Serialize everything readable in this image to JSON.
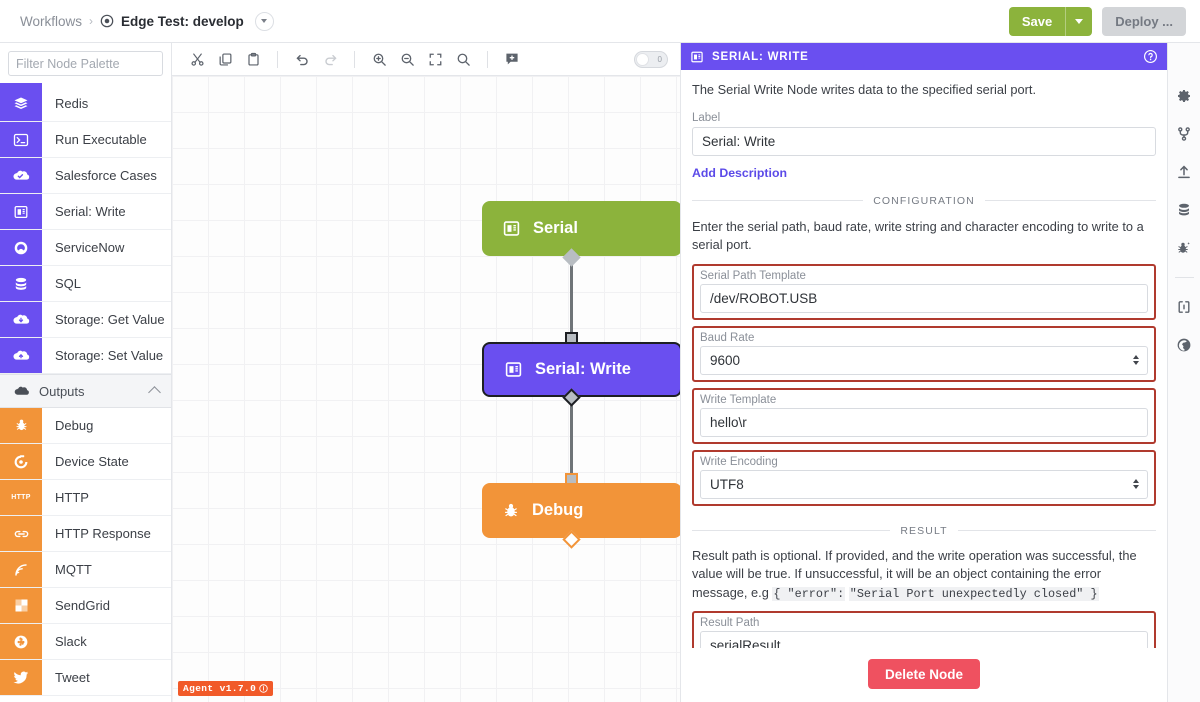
{
  "topbar": {
    "breadcrumb_root": "Workflows",
    "breadcrumb_sep": "›",
    "breadcrumb_current": "Edge Test: develop",
    "workflow_icon": "target-icon",
    "save_label": "Save",
    "deploy_label": "Deploy ..."
  },
  "palette": {
    "filter_placeholder": "Filter Node Palette",
    "items": [
      {
        "label": "Redis",
        "icon": "layers-icon",
        "color": "purple"
      },
      {
        "label": "Run Executable",
        "icon": "terminal-icon",
        "color": "purple"
      },
      {
        "label": "Salesforce Cases",
        "icon": "cloud-check-icon",
        "color": "purple"
      },
      {
        "label": "Serial: Write",
        "icon": "chip-icon",
        "color": "purple"
      },
      {
        "label": "ServiceNow",
        "icon": "servicenow-icon",
        "color": "purple"
      },
      {
        "label": "SQL",
        "icon": "database-icon",
        "color": "purple"
      },
      {
        "label": "Storage: Get Value",
        "icon": "cloud-download-icon",
        "color": "purple"
      },
      {
        "label": "Storage: Set Value",
        "icon": "cloud-upload-icon",
        "color": "purple"
      }
    ],
    "group": {
      "label": "Outputs",
      "icon": "cloud-icon",
      "chevron": "chevron-up-icon"
    },
    "output_items": [
      {
        "label": "Debug",
        "icon": "bug-icon",
        "color": "orange"
      },
      {
        "label": "Device State",
        "icon": "device-state-icon",
        "color": "orange"
      },
      {
        "label": "HTTP",
        "icon": "http-icon",
        "color": "orange"
      },
      {
        "label": "HTTP Response",
        "icon": "link-icon",
        "color": "orange"
      },
      {
        "label": "MQTT",
        "icon": "mqtt-icon",
        "color": "orange"
      },
      {
        "label": "SendGrid",
        "icon": "sendgrid-icon",
        "color": "orange"
      },
      {
        "label": "Slack",
        "icon": "slack-icon",
        "color": "orange"
      },
      {
        "label": "Tweet",
        "icon": "twitter-icon",
        "color": "orange"
      }
    ]
  },
  "canvas_toolbar": {
    "cut": "cut-icon",
    "copy": "copy-icon",
    "paste": "paste-icon",
    "undo": "undo-icon",
    "redo": "redo-icon",
    "zoom_in": "zoom-in-icon",
    "zoom_out": "zoom-out-icon",
    "fit": "fit-screen-icon",
    "zoom_reset": "zoom-reset-icon",
    "add_comment": "add-comment-icon",
    "toggle_value": "0"
  },
  "canvas": {
    "nodes": [
      {
        "label": "Serial",
        "color": "green",
        "icon": "chip-icon"
      },
      {
        "label": "Serial: Write",
        "color": "purple",
        "icon": "chip-icon"
      },
      {
        "label": "Debug",
        "color": "orange",
        "icon": "bug-icon"
      }
    ],
    "agent_badge": "Agent v1.7.0"
  },
  "panel": {
    "header_title": "SERIAL: WRITE",
    "header_icon": "chip-icon",
    "help_icon": "help-circle-icon",
    "description": "The Serial Write Node writes data to the specified serial port.",
    "label_field": {
      "label": "Label",
      "value": "Serial: Write"
    },
    "add_description": "Add Description",
    "configuration": {
      "section_title": "CONFIGURATION",
      "intro": "Enter the serial path, baud rate, write string and character encoding to write to a serial port.",
      "fields": [
        {
          "label": "Serial Path Template",
          "value": "/dev/ROBOT.USB",
          "type": "text",
          "highlighted": true
        },
        {
          "label": "Baud Rate",
          "value": "9600",
          "type": "select",
          "highlighted": true
        },
        {
          "label": "Write Template",
          "value": "hello\\r",
          "type": "text",
          "highlighted": true
        },
        {
          "label": "Write Encoding",
          "value": "UTF8",
          "type": "select",
          "highlighted": true
        }
      ]
    },
    "result": {
      "section_title": "RESULT",
      "text_1": "Result path is optional. If provided, and the write operation was successful, the value will be true. If unsuccessful, it will be an object containing the error message, e.g ",
      "code_1": "{ \"error\":",
      "code_2": "\"Serial Port unexpectedly closed\" }",
      "field": {
        "label": "Result Path",
        "value": "serialResult",
        "highlighted": true
      }
    },
    "delete_label": "Delete Node"
  },
  "rail": {
    "items": [
      {
        "icon": "gear-icon"
      },
      {
        "icon": "branch-icon"
      },
      {
        "icon": "upload-icon"
      },
      {
        "icon": "database-icon"
      },
      {
        "icon": "bug-settings-icon"
      },
      {
        "icon": "code-brackets-icon"
      },
      {
        "icon": "globe-icon"
      }
    ]
  },
  "colors": {
    "accent_purple": "#6a4ff0",
    "green": "#8cb33c",
    "orange": "#f29439",
    "danger": "#ef5160",
    "highlight_border": "#b03a2e"
  }
}
